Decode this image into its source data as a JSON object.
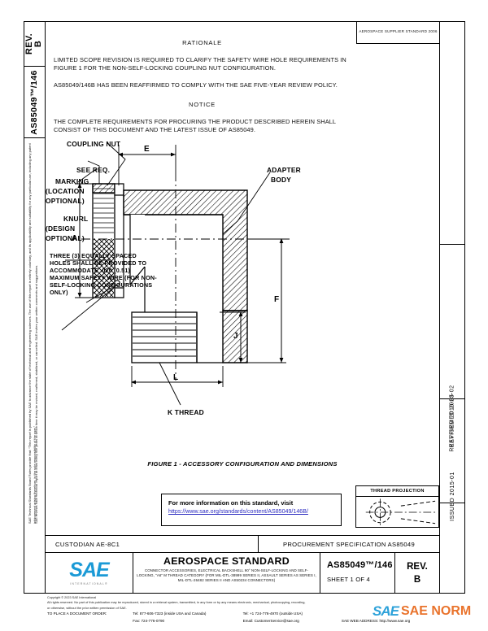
{
  "header": {
    "supersede_note": "AEROSPACE SUPPLIER STANDARD 2006"
  },
  "left_tabs": {
    "rev_label": "REV.",
    "rev_value": "B",
    "part_number": "AS85049™/146",
    "disclaimer_line_a": "SAE Technical Standards Board Rules provide that: “This report is published by SAE to advance the state of technical and engineering sciences. The use of this report is entirely voluntary, and its applicability and suitability for any particular use, including any patent infringement arising therefrom, is the sole responsibility of the user.”",
    "disclaimer_line_b": "SAE reviews each technical report at least every five years at which time it may be revised, reaffirmed, stabilized, or cancelled. SAE invites your written comments and suggestions."
  },
  "right_rail": {
    "segments": [
      {
        "text": "ISSUED 2015-01"
      },
      {
        "text": "REVISED 2016-05"
      },
      {
        "text": "REAFFIRMED 2023-02"
      }
    ]
  },
  "body": {
    "rationale_heading": "RATIONALE",
    "rationale_p1": "LIMITED SCOPE REVISION IS REQUIRED TO CLARIFY THE SAFETY WIRE HOLE REQUIREMENTS IN FIGURE 1 FOR THE NON-SELF-LOCKING COUPLING NUT CONFIGURATION.",
    "rationale_p2": "AS85049/146B HAS BEEN REAFFIRMED TO COMPLY WITH THE SAE FIVE-YEAR REVIEW POLICY.",
    "notice_heading": "NOTICE",
    "notice_p1": "THE COMPLETE REQUIREMENTS FOR PROCURING THE PRODUCT DESCRIBED HEREIN SHALL CONSIST OF THIS DOCUMENT AND THE LATEST ISSUE OF AS85049."
  },
  "drawing": {
    "labels": {
      "coupling_nut": "COUPLING NUT",
      "see_req": "SEE REQ.",
      "adapter_body_l1": "ADAPTER",
      "adapter_body_l2": "BODY",
      "marking_l1": "MARKING",
      "marking_l2": "(LOCATION",
      "marking_l3": "OPTIONAL)",
      "knurl_l1": "KNURL",
      "knurl_l2": "(DESIGN",
      "knurl_l3": "OPTIONAL)",
      "k_thread": "K THREAD",
      "safety_wire_note": "THREE (3) EQUALLY SPACED HOLES SHALL BE PROVIDED TO ACCOMMODATE .020 (0.51) MAXIMUM SAFETY WIRE (FOR NON-SELF-LOCKING CONFIGURATIONS ONLY)"
    },
    "dimensions": {
      "a": "A",
      "e": "E",
      "f": "F",
      "j": "J",
      "l": "L"
    },
    "figure_caption": "FIGURE 1 - ACCESSORY CONFIGURATION AND DIMENSIONS"
  },
  "info_box": {
    "line1": "For more information on this standard, visit",
    "url": "https://www.sae.org/standards/content/AS85049/146B/"
  },
  "projection_box": {
    "title": "THREAD PROJECTION"
  },
  "title_block": {
    "custodian": "CUSTODIAN  AE-8C1",
    "procurement_spec": "PROCUREMENT SPECIFICATION AS85049",
    "standard_type": "AEROSPACE STANDARD",
    "description": "CONNECTOR ACCESSORIES, ELECTRICAL BACKSHELL 90° NON-SELF-LOCKING AND SELF-LOCKING, “A6” M THREAD CATEGORY (FOR MIL-DTL-38999 SERIES II, ASSAULT SERIES AS SERIES I, MIL-DTL-26482 SERIES II AND AS50234 CONNECTORS)",
    "part_number": "AS85049™/146",
    "sheet": "SHEET 1 OF 4",
    "rev_label": "REV.",
    "rev_value": "B",
    "logo_text": "SAE",
    "logo_sub": "INTERNATIONAL®"
  },
  "footer": {
    "copyright": "Copyright © 2023 SAE International",
    "rights_l1": "All rights reserved. No part of this publication may be reproduced, stored in a retrieval system, transmitted, in any form or by any means electronic, mechanical, photocopying, recording,",
    "rights_l2": "or otherwise, without the prior written permission of SAE.",
    "order_label": "TO PLACE A DOCUMENT ORDER:",
    "tel_inside": "Tel: 877-606-7323 (inside USA and Canada)",
    "tel_outside": "Tel: +1 724-776-4970 (outside USA)",
    "fax": "Fax: 724-776-0790",
    "email": "Email: CustomerService@sae.org",
    "web": "SAE WEB ADDRESS:  http://www.sae.org"
  },
  "watermark": {
    "sae": "SAE",
    "norm": "SAE NORM"
  },
  "colors": {
    "sae_blue": "#1b9ad6",
    "link_blue": "#2b2bc0",
    "norm_orange": "#e8681b"
  }
}
